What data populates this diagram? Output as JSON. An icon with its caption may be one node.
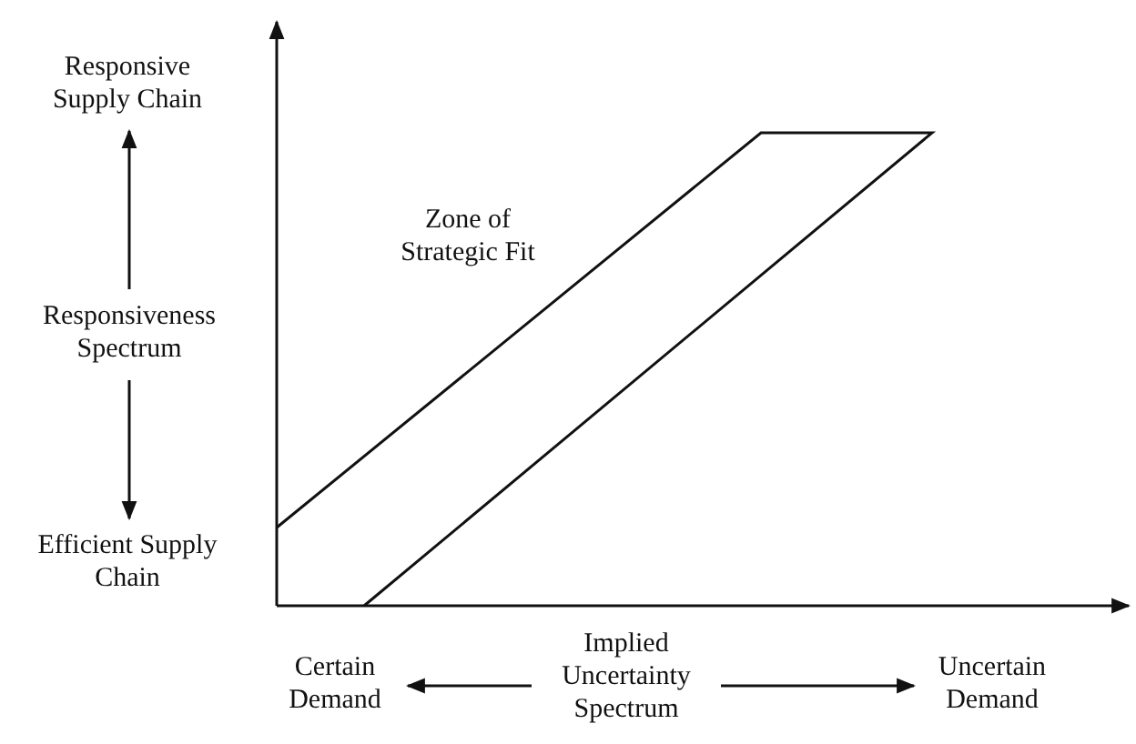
{
  "diagram": {
    "nodes": [
      {
        "text": [
          "Responsive Supply Chain"
        ]
      },
      {
        "text": [
          "Responsiveness Spectrum"
        ]
      },
      {
        "text": [
          "Efficient Supply Chain"
        ]
      },
      {
        "text": [
          "Certain Demand"
        ]
      },
      {
        "text": [
          "Implied Uncertainty Spectrum"
        ]
      },
      {
        "text": [
          "Uncertain Demand"
        ]
      },
      {
        "text": [
          "Zone of Strategic Fit"
        ]
      }
    ],
    "edges": [
      {
        "from": 1,
        "to": 0,
        "arrow": "to"
      },
      {
        "from": 1,
        "to": 2,
        "arrow": "to"
      },
      {
        "from": 4,
        "to": 3,
        "arrow": "to"
      },
      {
        "from": 4,
        "to": 5,
        "arrow": "to"
      }
    ]
  }
}
